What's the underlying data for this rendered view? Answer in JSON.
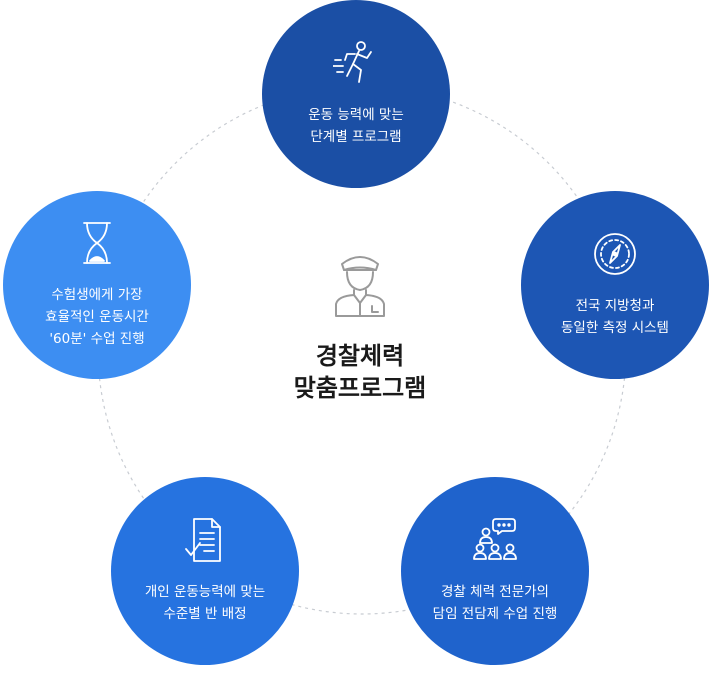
{
  "center": {
    "icon": "police-officer-icon",
    "title_lines": [
      "경찰체력",
      "맞춤프로그램"
    ]
  },
  "nodes": [
    {
      "icon": "running-person-icon",
      "color": "#1b4fa5",
      "lines": [
        "운동 능력에 맞는",
        "단계별 프로그램"
      ]
    },
    {
      "icon": "compass-icon",
      "color": "#1d56b4",
      "lines": [
        "전국 지방청과",
        "동일한 측정 시스템"
      ]
    },
    {
      "icon": "group-discussion-icon",
      "color": "#1f63cc",
      "lines": [
        "경찰 체력 전문가의",
        "담임 전담제 수업 진행"
      ]
    },
    {
      "icon": "checklist-document-icon",
      "color": "#2673e0",
      "lines": [
        "개인 운동능력에 맞는",
        "수준별 반 배정"
      ]
    },
    {
      "icon": "hourglass-icon",
      "color": "#3d8ef2",
      "lines": [
        "수험생에게 가장",
        "효율적인 운동시간",
        "'60분' 수업 진행"
      ]
    }
  ],
  "colors": {
    "ring": "#c8ccd2",
    "title": "#1a1a1a",
    "icon_gray": "#9a9a9a"
  }
}
